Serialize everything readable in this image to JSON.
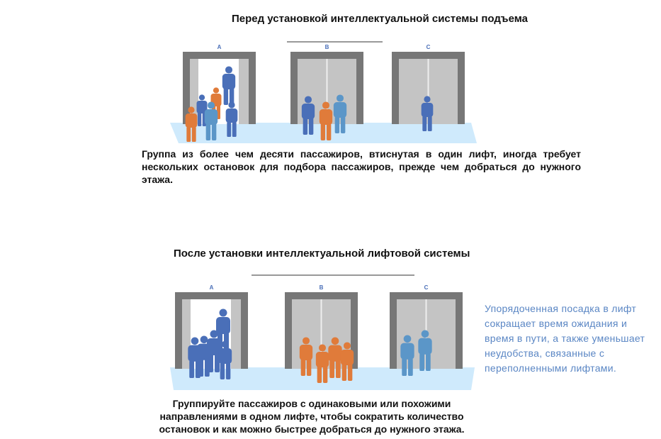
{
  "before": {
    "title": "Перед установкой интеллектуальной системы подъема",
    "caption": "Группа из более чем десяти пассажиров, втиснутая в один лифт, иногда требует нескольких остановок для подбора пассажиров, прежде чем добраться до нужного этажа.",
    "elevator_labels": [
      "A",
      "B",
      "C"
    ]
  },
  "after": {
    "title": "После установки интеллектуальной лифтовой системы",
    "caption": "Группируйте пассажиров с одинаковыми или похожими направлениями в одном лифте, чтобы сократить количество остановок и как можно быстрее добраться до нужного этажа.",
    "side_note": "Упорядоченная посадка в лифт сокращает время ожидания и время в пути, а также уменьшает неудобства, связанные с переполненными лифтами.",
    "elevator_labels": [
      "A",
      "B",
      "C"
    ]
  },
  "colors": {
    "blue": "#4a6fb8",
    "orange": "#e07b3a",
    "light_blue": "#5b96c8",
    "frame": "#777777",
    "door": "#c4c4c4",
    "floor": "#cfeafc"
  }
}
